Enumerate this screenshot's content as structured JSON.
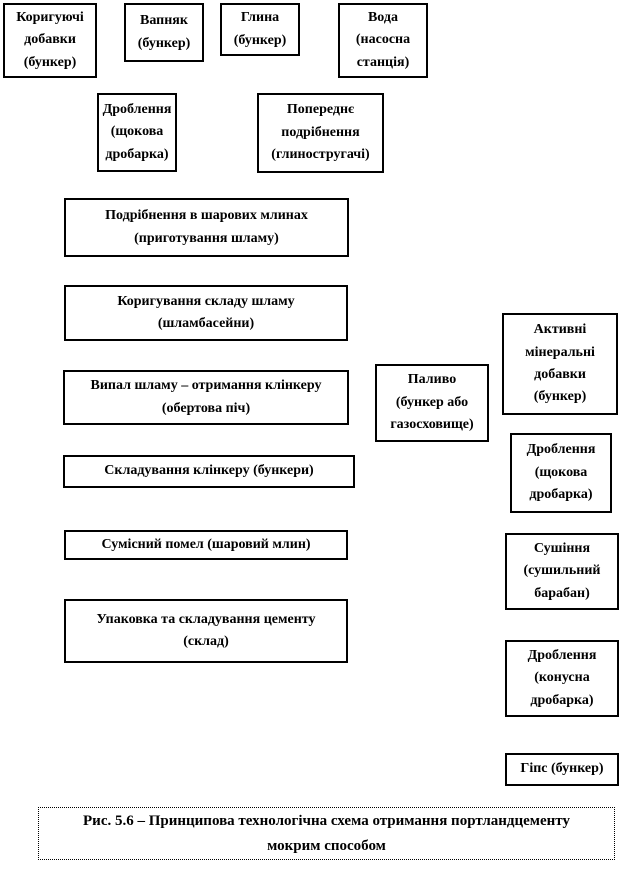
{
  "diagram": {
    "boxes": {
      "korig_dobavky": "Коригуючі\nдобавки\n(бункер)",
      "vapnyak": "Вапняк\n(бункер)",
      "hlyna": "Глина\n(бункер)",
      "voda": "Вода\n(насосна\nстанція)",
      "droblennya_shchokova": "Дроблення\n(щокова\nдробарка)",
      "poperednye_podribnennya": "Попереднє\nподрібнення\n(глиностругачі)",
      "podribnennya_mlyny": "Подрібнення в шарових млинах\n(приготування шламу)",
      "koryhuvannya_shlamu": "Коригування складу шламу\n(шламбасейни)",
      "vypal_shlamu": "Випал шламу – отримання клінкеру\n(обертова піч)",
      "palyvo": "Паливо\n(бункер або\nгазосховище)",
      "skladuvannya_klinkeru": "Складування клінкеру  (бункери)",
      "sumisnyi_pomel": "Сумісний помел (шаровий млин)",
      "upakovka": "Упаковка та складування цементу\n(склад)",
      "aktyvni_dobavky": "Активні\nмінеральні\nдобавки\n(бункер)",
      "droblennya_shchokova_2": "Дроблення\n(щокова\nдробарка)",
      "sushinnya": "Сушіння\n(сушильний\nбарабан)",
      "droblennya_konusna": "Дроблення\n(конусна\nдробарка)",
      "hips": "Гіпс (бункер)"
    },
    "caption": "Рис. 5.6 – Принципова  технологічна  схема отримання  портландцементу\nмокрим способом",
    "colors": {
      "border": "#000000",
      "background": "#ffffff",
      "text": "#000000"
    }
  }
}
